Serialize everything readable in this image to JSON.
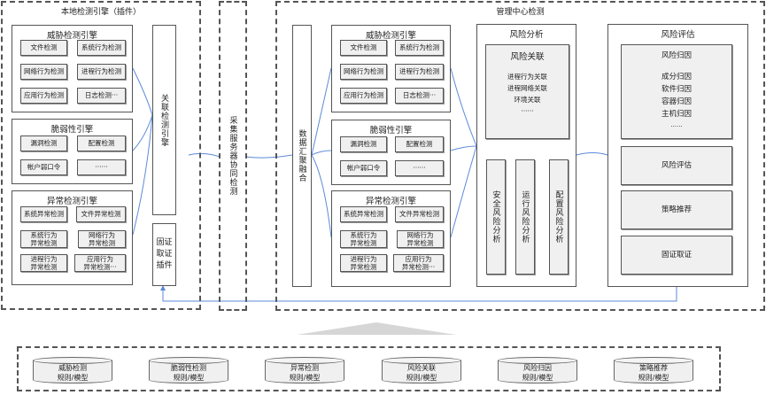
{
  "local_engine": {
    "title": "本地检测引擎（插件）",
    "threat_engine": {
      "title": "威胁检测引擎",
      "items": [
        "文件检测",
        "系统行为检测",
        "网络行为检测",
        "进程行为检测",
        "应用行为检测",
        "日志检测···"
      ]
    },
    "vuln_engine": {
      "title": "脆弱性引擎",
      "items": [
        "漏洞检测",
        "配置检测",
        "帐户弱口令",
        "······"
      ]
    },
    "anomaly_engine": {
      "title": "异常检测引擎",
      "items": [
        "系统异常检测",
        "文件异常检测",
        "系统行为\n异常检测",
        "网络行为\n异常检测",
        "进程行为\n异常检测",
        "应用行为\n异常检测···"
      ]
    },
    "correlation_engine": "关联检测引擎",
    "forensics_plugin": "固证取证插件"
  },
  "collector": {
    "label": "采集服务器协同检测"
  },
  "management": {
    "title": "管理中心检测",
    "aggregation": "数据汇聚融合",
    "threat_engine": {
      "title": "威胁检测引擎",
      "items": [
        "文件检测",
        "系统行为检测",
        "网络行为检测",
        "进程行为检测",
        "应用行为检测",
        "日志检测···"
      ]
    },
    "vuln_engine": {
      "title": "脆弱性引擎",
      "items": [
        "漏洞检测",
        "配置检测",
        "帐户弱口令",
        "······"
      ]
    },
    "anomaly_engine": {
      "title": "异常检测引擎",
      "items": [
        "系统异常检测",
        "文件异常检测",
        "系统行为\n异常检测",
        "网络行为\n异常检测",
        "进程行为\n异常检测",
        "应用行为\n异常检测···"
      ]
    },
    "risk_analysis": {
      "title": "风险分析",
      "correlation": {
        "title": "风险关联",
        "items": [
          "进程行为关联",
          "进程网络关联",
          "环境关联",
          "······"
        ]
      },
      "columns": [
        "安全风险分析",
        "运行风险分析",
        "配置风险分析"
      ]
    },
    "risk_assessment": {
      "title": "风险评估",
      "attribution": {
        "title": "风险归因",
        "items": [
          "成分归因",
          "软件归因",
          "容器归因",
          "主机归因",
          "······"
        ]
      },
      "boxes": [
        "风险评估",
        "策略推荐",
        "固证取证"
      ]
    }
  },
  "rule_models": [
    {
      "name": "威胁检测",
      "sub": "规则/模型"
    },
    {
      "name": "脆弱性检测",
      "sub": "规则/模型"
    },
    {
      "name": "异常检测",
      "sub": "规则/模型"
    },
    {
      "name": "风险关联",
      "sub": "规则/模型"
    },
    {
      "name": "风险归因",
      "sub": "规则/模型"
    },
    {
      "name": "策略推荐",
      "sub": "规则/模型"
    }
  ],
  "colors": {
    "connector": "#5b8ad8",
    "cell_fill": "#f0f0f0",
    "border": "#555555",
    "wedge": "#d6d6d6"
  }
}
